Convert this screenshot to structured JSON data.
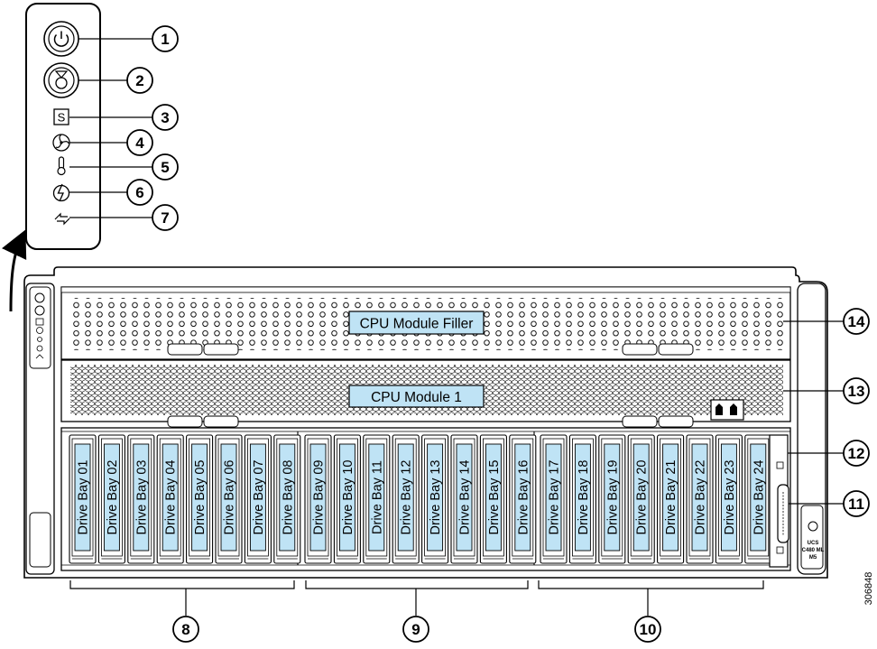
{
  "modules": {
    "filler_label": "CPU Module Filler",
    "cpu_label": "CPU Module 1"
  },
  "drive_bays": [
    "Drive Bay 01",
    "Drive Bay 02",
    "Drive Bay 03",
    "Drive Bay 04",
    "Drive Bay 05",
    "Drive Bay 06",
    "Drive Bay 07",
    "Drive Bay 08",
    "Drive Bay 09",
    "Drive Bay 10",
    "Drive Bay 11",
    "Drive Bay 12",
    "Drive Bay 13",
    "Drive Bay 14",
    "Drive Bay 15",
    "Drive Bay 16",
    "Drive Bay 17",
    "Drive Bay 18",
    "Drive Bay 19",
    "Drive Bay 20",
    "Drive Bay 21",
    "Drive Bay 22",
    "Drive Bay 23",
    "Drive Bay 24"
  ],
  "callouts": {
    "panel": [
      "1",
      "2",
      "3",
      "4",
      "5",
      "6",
      "7"
    ],
    "chassis": [
      "14",
      "13",
      "12",
      "11"
    ],
    "groups": [
      "8",
      "9",
      "10"
    ]
  },
  "panel_icons": [
    "power-button-icon",
    "unit-id-button-icon",
    "system-status-icon",
    "fan-status-icon",
    "temperature-status-icon",
    "power-supply-status-icon",
    "network-link-icon"
  ],
  "badge": {
    "line1": "UCS",
    "line2": "C480 ML",
    "line3": "M5"
  },
  "figure_id": "306848",
  "colors": {
    "label_fill": "#bfe3f5",
    "line": "#000000",
    "background": "#ffffff"
  }
}
